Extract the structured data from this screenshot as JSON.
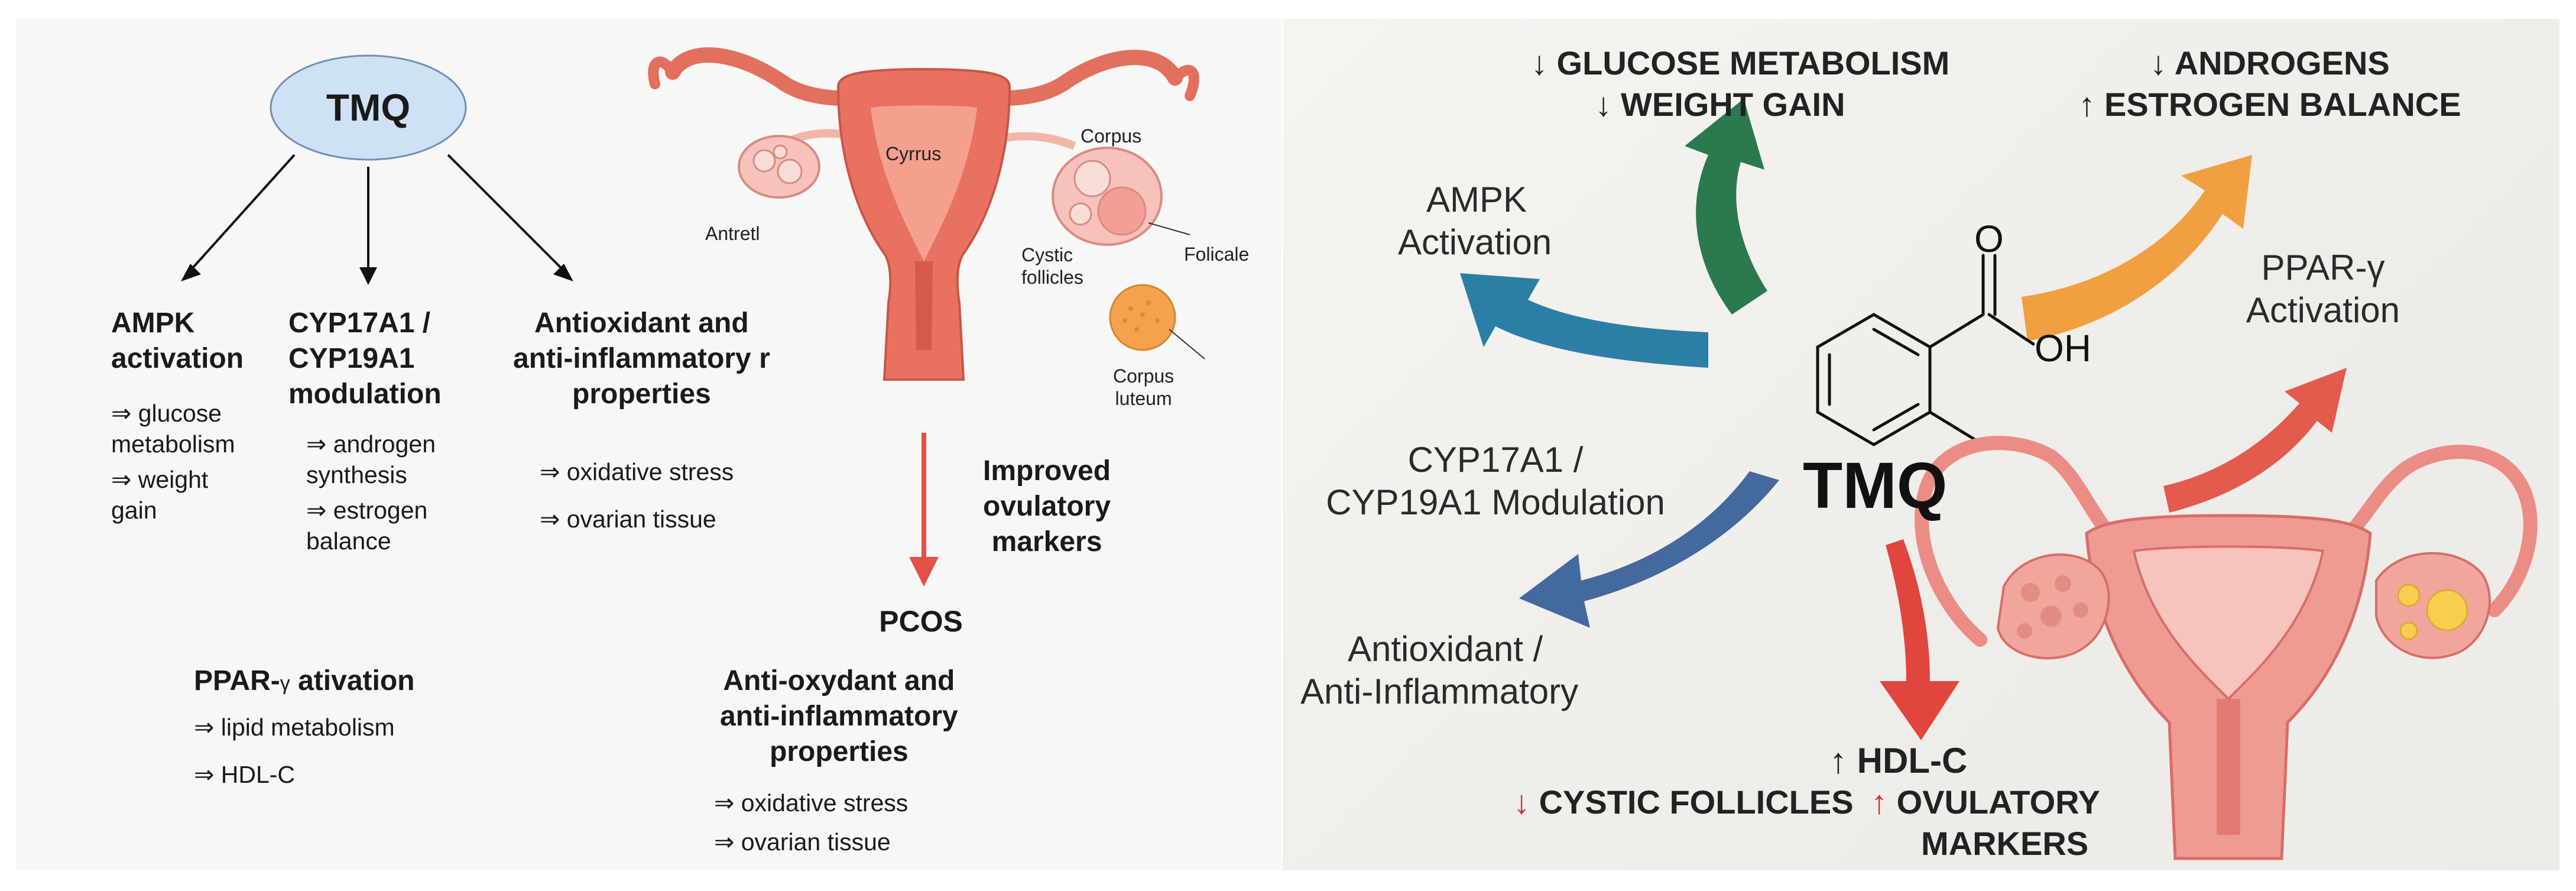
{
  "left": {
    "center_node": "TMQ",
    "branches": [
      {
        "title": [
          "AMPK",
          "activation"
        ],
        "items": [
          "⇒ glucose",
          "metabolism",
          "⇒ weight",
          "gain"
        ]
      },
      {
        "title": [
          "CYP17A1 /",
          "CYP19A1",
          "modulation"
        ],
        "items": [
          "⇒ androgen",
          "synthesis",
          "⇒ estrogen",
          "balance"
        ]
      },
      {
        "title": [
          "Antioxidant and",
          "anti-inflammatory r",
          "properties"
        ],
        "items": [
          "⇒ oxidative stress",
          "⇒ ovarian tissue"
        ]
      }
    ],
    "ppar": {
      "title_prefix": "PPAR-",
      "title_gamma": "γ",
      "title_suffix": " ativation",
      "items": [
        "⇒ lipid metabolism",
        "⇒ HDL-C"
      ]
    },
    "uterus_labels": {
      "uterus": "Cyrrus",
      "corpus": "Corpus",
      "antretl": "Antretl",
      "cystic": [
        "Cystic",
        "follicles"
      ],
      "folicale": "Folicale",
      "luteum": [
        "Corpus",
        "luteum"
      ]
    },
    "improved": [
      "Improved",
      "ovulatory",
      "markers"
    ],
    "pcos": "PCOS",
    "antioxidant2": {
      "title": [
        "Anti-oxydant and",
        "anti-inflammatory",
        "properties"
      ],
      "items": [
        "⇒ oxidative stress",
        "⇒ ovarian tissue"
      ]
    }
  },
  "right": {
    "tmq": "TMQ",
    "oh": "OH",
    "o": "O",
    "top_left": [
      "↓ GLUCOSE METABOLISM",
      "↓ WEIGHT GAIN"
    ],
    "top_right": [
      "↓ ANDROGENS",
      "↑ ESTROGEN BALANCE"
    ],
    "ampk": [
      "AMPK",
      "Activation"
    ],
    "ppar": [
      "PPAR-γ",
      "Activation"
    ],
    "cyp": [
      "CYP17A1 /",
      "CYP19A1 Modulation"
    ],
    "antiox": [
      "Antioxidant /",
      "Anti-Inflammatory"
    ],
    "hdl": "↑ HDL-C",
    "cystic": "CYSTIC FOLLICLES",
    "cystic_arrow": "↓",
    "ovulatory": [
      "OVULATORY",
      "MARKERS"
    ],
    "ovulatory_arrow": "↑",
    "colors": {
      "green": "#2a7a4e",
      "orange": "#f0a040",
      "teal": "#2b7fa6",
      "blue": "#44699e",
      "red": "#e0463e",
      "pink": "#e98480"
    }
  }
}
